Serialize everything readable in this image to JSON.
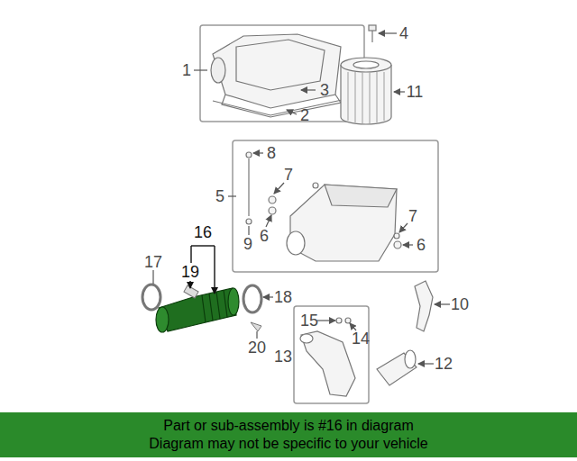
{
  "diagram": {
    "nodes": [
      {
        "text": [
          "Part or sub-assembly is #16 in diagram",
          "Diagram may not be specific to your vehicle"
        ]
      }
    ],
    "labels": [
      "4",
      "1",
      "3",
      "11",
      "2",
      "8",
      "5",
      "7",
      "7",
      "6",
      "9",
      "6",
      "16",
      "17",
      "19",
      "18",
      "10",
      "15",
      "14",
      "20",
      "13",
      "12"
    ]
  }
}
